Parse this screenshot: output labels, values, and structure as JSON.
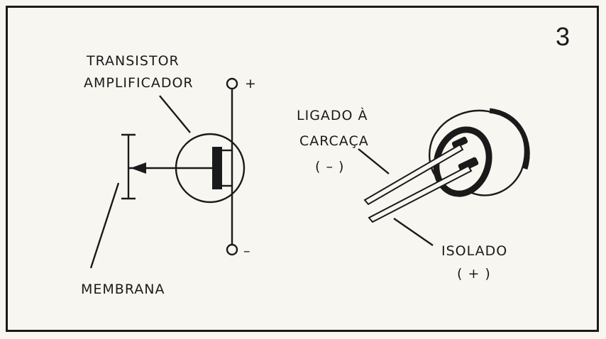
{
  "figure_number": "3",
  "labels": {
    "transistor": [
      "TRANSISTOR",
      "AMPLIFICADOR"
    ],
    "membrane": "MEMBRANA",
    "plus": "+",
    "minus": "–",
    "case_lead": [
      "LIGADO À",
      "CARCAÇA",
      "( – )"
    ],
    "insulated_lead": [
      "ISOLADO",
      "( + )"
    ]
  }
}
